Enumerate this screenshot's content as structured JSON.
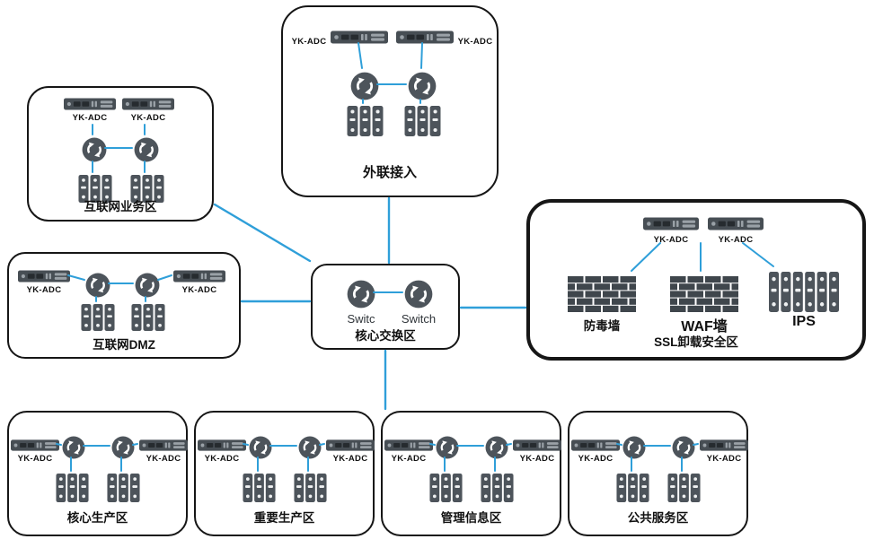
{
  "colors": {
    "connector": "#2f9fd9",
    "device_dark": "#4d545b",
    "zone_border": "#161616"
  },
  "zones": {
    "external_access": {
      "label": "外联接入",
      "adc_left": "YK-ADC",
      "adc_right": "YK-ADC"
    },
    "internet_business": {
      "label": "互联网业务区",
      "adc_left": "YK-ADC",
      "adc_right": "YK-ADC"
    },
    "internet_dmz": {
      "label": "互联网DMZ",
      "adc_left": "YK-ADC",
      "adc_right": "YK-ADC"
    },
    "core_switch": {
      "label": "核心交换区",
      "switch_left": "Switc",
      "switch_right": "Switch"
    },
    "ssl_offload": {
      "label": "SSL卸载安全区",
      "adc_left": "YK-ADC",
      "adc_right": "YK-ADC",
      "antivirus_wall": "防毒墙",
      "waf_wall": "WAF墙",
      "ips": "IPS"
    },
    "core_production": {
      "label": "核心生产区",
      "adc_left": "YK-ADC",
      "adc_right": "YK-ADC"
    },
    "important_production": {
      "label": "重要生产区",
      "adc_left": "YK-ADC",
      "adc_right": "YK-ADC"
    },
    "management_info": {
      "label": "管理信息区",
      "adc_left": "YK-ADC",
      "adc_right": "YK-ADC"
    },
    "public_service": {
      "label": "公共服务区",
      "adc_left": "YK-ADC",
      "adc_right": "YK-ADC"
    }
  }
}
